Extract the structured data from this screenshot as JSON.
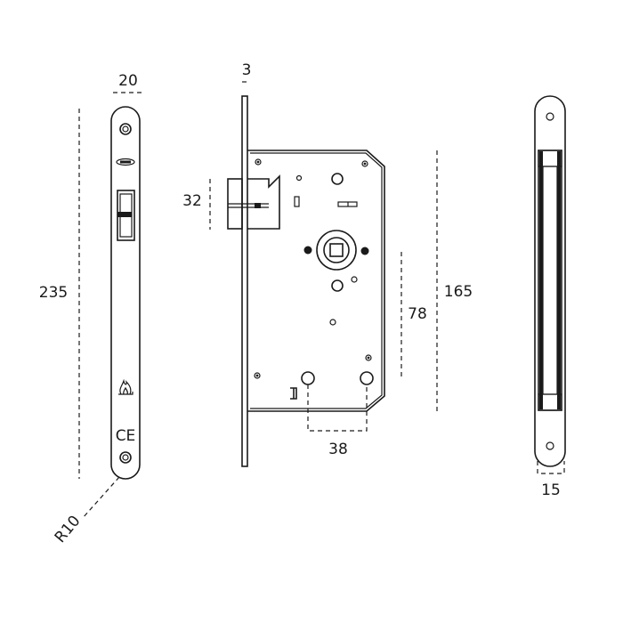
{
  "dimensions": {
    "faceplate_width": "20",
    "faceplate_height": "235",
    "plate_thickness": "3",
    "latch_height": "32",
    "lock_body_height": "165",
    "spindle_to_keyhole": "78",
    "backset": "38",
    "strike_width": "15",
    "corner_radius": "R10"
  },
  "symbols": {
    "ce_mark": "CE",
    "fire_icon": "fire-rated-icon",
    "logo_icon": "brand-logo-icon"
  },
  "colors": {
    "line": "#1a1a1a",
    "background": "#ffffff"
  }
}
